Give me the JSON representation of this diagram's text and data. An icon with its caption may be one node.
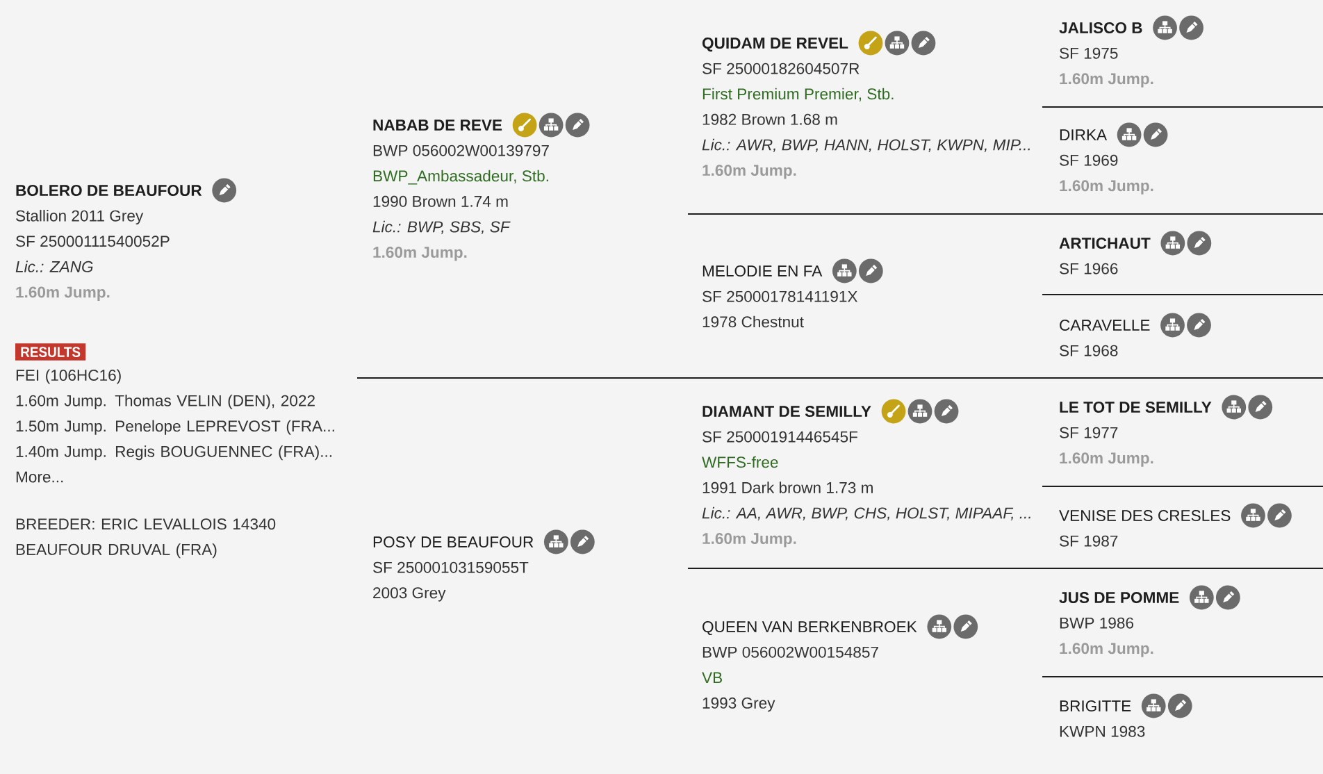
{
  "diagram": {
    "nodes": [
      {
        "text": [
          "BOLERO DE BEAUFOUR",
          "Stallion 2011 Grey",
          "SF 25000111540052P",
          "Lic.: ZANG",
          "1.60m Jump."
        ],
        "beside": [
          "RESULTS",
          "FEI (106HC16)",
          "1.60m Jump. Thomas VELIN (DEN), 2022",
          "1.50m Jump. Penelope LEPREVOST (FRA...",
          "1.40m Jump. Regis BOUGUENNEC (FRA)...",
          "More...",
          "BREEDER: ERIC LEVALLOIS 14340 BEAUFOUR DRUVAL (FRA)"
        ]
      },
      {
        "text": [
          "NABAB DE REVE",
          "BWP 056002W00139797",
          "BWP_Ambassadeur, Stb.",
          "1990 Brown 1.74 m",
          "Lic.: BWP, SBS, SF",
          "1.60m Jump."
        ]
      },
      {
        "text": [
          "POSY DE BEAUFOUR",
          "SF 25000103159055T",
          "2003 Grey"
        ]
      },
      {
        "text": [
          "QUIDAM DE REVEL",
          "SF 25000182604507R",
          "First Premium Premier, Stb.",
          "1982 Brown 1.68 m",
          "Lic.: AWR, BWP, HANN, HOLST, KWPN, MIP...",
          "1.60m Jump."
        ]
      },
      {
        "text": [
          "MELODIE EN FA",
          "SF 25000178141191X",
          "1978 Chestnut"
        ]
      },
      {
        "text": [
          "DIAMANT DE SEMILLY",
          "SF 25000191446545F",
          "WFFS-free",
          "1991 Dark brown 1.73 m",
          "Lic.: AA, AWR, BWP, CHS, HOLST, MIPAAF, ...",
          "1.60m Jump."
        ]
      },
      {
        "text": [
          "QUEEN VAN BERKENBROEK",
          "BWP 056002W00154857",
          "VB",
          "1993 Grey"
        ]
      },
      {
        "text": [
          "JALISCO B",
          "SF 1975",
          "1.60m Jump."
        ]
      },
      {
        "text": [
          "DIRKA",
          "SF 1969",
          "1.60m Jump."
        ]
      },
      {
        "text": [
          "ARTICHAUT",
          "SF 1966"
        ]
      },
      {
        "text": [
          "CARAVELLE",
          "SF 1968"
        ]
      },
      {
        "text": [
          "LE TOT DE SEMILLY",
          "SF 1977",
          "1.60m Jump."
        ]
      },
      {
        "text": [
          "VENISE DES CRESLES",
          "SF 1987"
        ]
      },
      {
        "text": [
          "JUS DE POMME",
          "BWP 1986",
          "1.60m Jump."
        ]
      },
      {
        "text": [
          "BRIGITTE",
          "KWPN 1983"
        ]
      }
    ]
  }
}
